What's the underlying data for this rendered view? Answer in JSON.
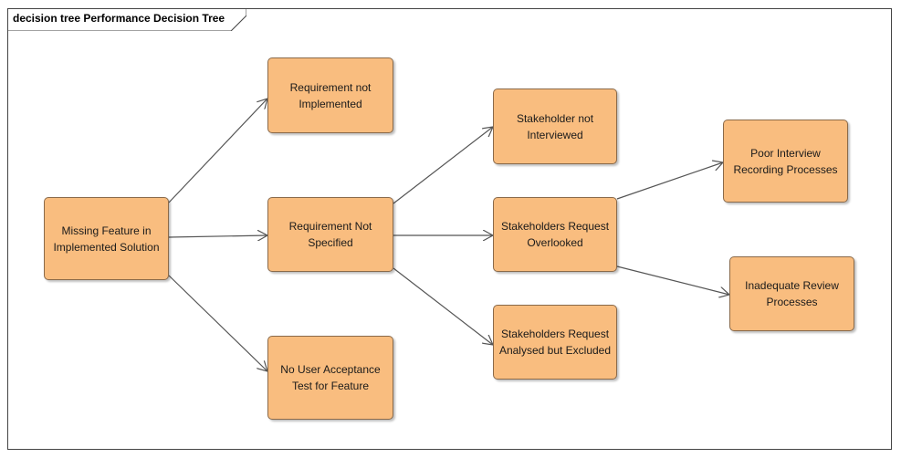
{
  "diagram": {
    "title": "decision tree Performance Decision Tree",
    "nodes": {
      "missing_feature": "Missing Feature in Implemented Solution",
      "requirement_not_implemented": "Requirement not Implemented",
      "requirement_not_specified": "Requirement Not Specified",
      "no_user_acceptance_test": "No User Acceptance Test for Feature",
      "stakeholder_not_interviewed": "Stakeholder not Interviewed",
      "stakeholders_request_overlooked": "Stakeholders Request Overlooked",
      "stakeholders_request_excluded": "Stakeholders Request Analysed but Excluded",
      "poor_interview_recording": "Poor Interview Recording Processes",
      "inadequate_review": "Inadequate Review Processes"
    },
    "edges": [
      {
        "from": "missing_feature",
        "to": "requirement_not_implemented"
      },
      {
        "from": "missing_feature",
        "to": "requirement_not_specified"
      },
      {
        "from": "missing_feature",
        "to": "no_user_acceptance_test"
      },
      {
        "from": "requirement_not_specified",
        "to": "stakeholder_not_interviewed"
      },
      {
        "from": "requirement_not_specified",
        "to": "stakeholders_request_overlooked"
      },
      {
        "from": "requirement_not_specified",
        "to": "stakeholders_request_excluded"
      },
      {
        "from": "stakeholders_request_overlooked",
        "to": "poor_interview_recording"
      },
      {
        "from": "stakeholders_request_overlooked",
        "to": "inadequate_review"
      }
    ],
    "colors": {
      "node_fill": "#f9bd7f",
      "node_border": "#8a6a4a",
      "edge": "#555555"
    }
  }
}
